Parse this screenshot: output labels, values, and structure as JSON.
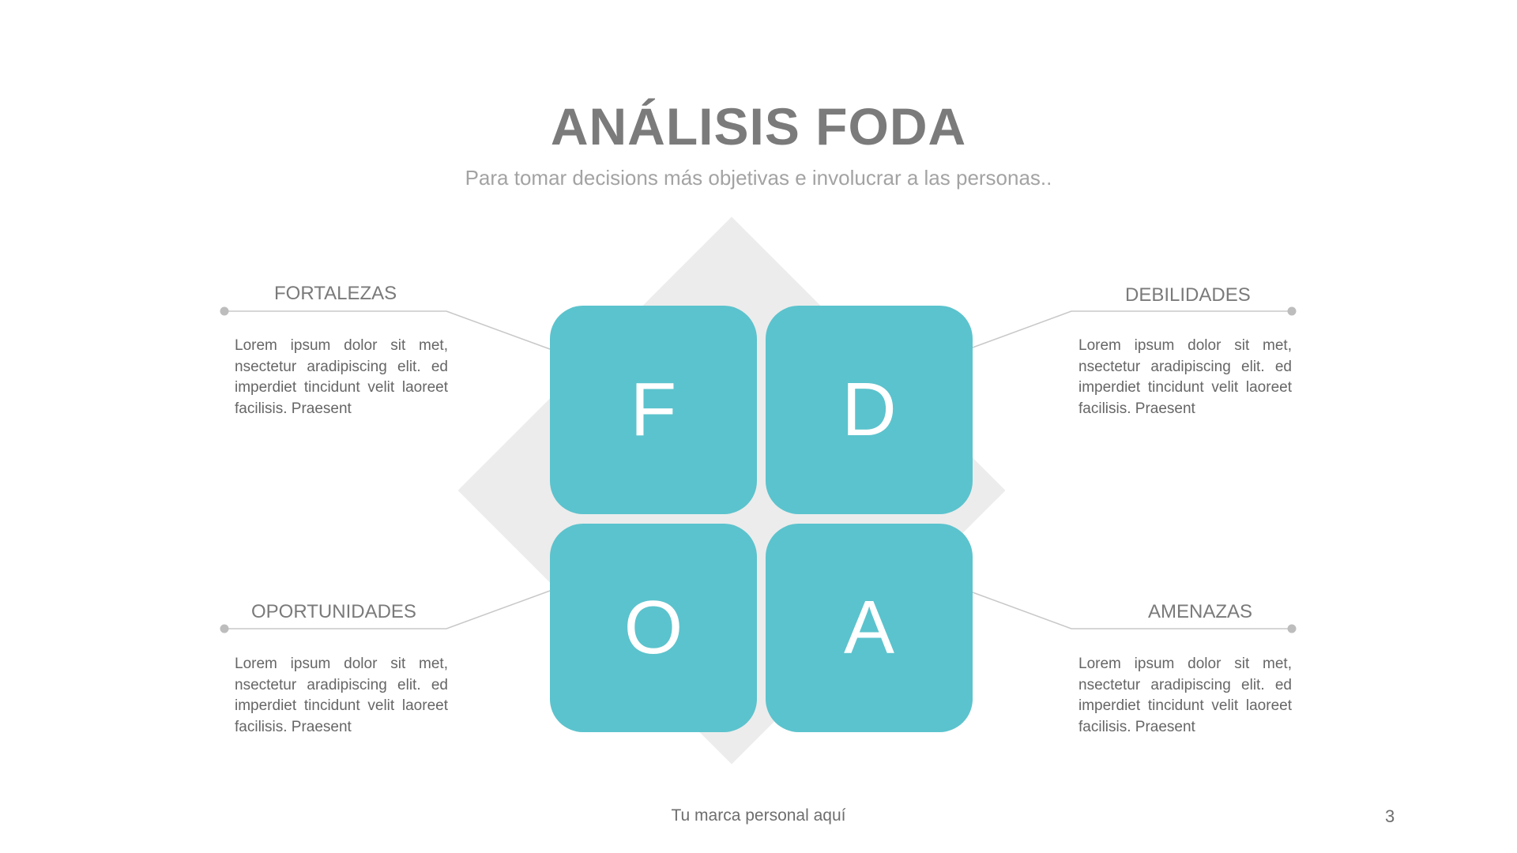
{
  "slide": {
    "title": "ANÁLISIS FODA",
    "subtitle": "Para tomar decisions más objetivas e involucrar a las personas..",
    "footer": "Tu marca personal aquí",
    "page_number": "3"
  },
  "tiles": {
    "f": "F",
    "d": "D",
    "o": "O",
    "a": "A"
  },
  "sections": {
    "fortalezas": {
      "heading": "FORTALEZAS",
      "body": "Lorem ipsum dolor sit met, nsectetur aradipiscing elit. ed imperdiet tincidunt velit laoreet facilisis. Praesent"
    },
    "debilidades": {
      "heading": "DEBILIDADES",
      "body": "Lorem ipsum dolor sit met, nsectetur aradipiscing elit. ed imperdiet tincidunt velit laoreet facilisis. Praesent"
    },
    "oportunidades": {
      "heading": "OPORTUNIDADES",
      "body": "Lorem ipsum dolor sit met, nsectetur aradipiscing elit. ed imperdiet tincidunt velit laoreet facilisis. Praesent"
    },
    "amenazas": {
      "heading": "AMENAZAS",
      "body": "Lorem ipsum dolor sit met, nsectetur aradipiscing elit. ed imperdiet tincidunt velit laoreet facilisis. Praesent"
    }
  },
  "colors": {
    "tile": "#5bc3cd",
    "diamond": "#ececec",
    "title": "#7b7b7b",
    "connector": "#c8c8c8"
  }
}
